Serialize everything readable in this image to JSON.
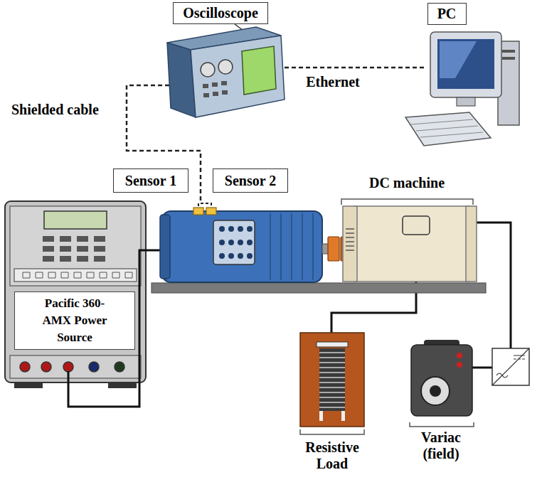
{
  "diagram": {
    "nodes": [
      {
        "text": [
          "Oscilloscope"
        ]
      },
      {
        "text": [
          "PC"
        ]
      },
      {
        "text": [
          "Sensor 1"
        ]
      },
      {
        "text": [
          "Sensor 2"
        ]
      },
      {
        "text": [
          "Pacific 360-AMX Power Source"
        ]
      }
    ],
    "labels": [
      "Shielded cable",
      "Ethernet",
      "DC machine",
      "Resistive Load",
      "Variac (field)"
    ]
  }
}
